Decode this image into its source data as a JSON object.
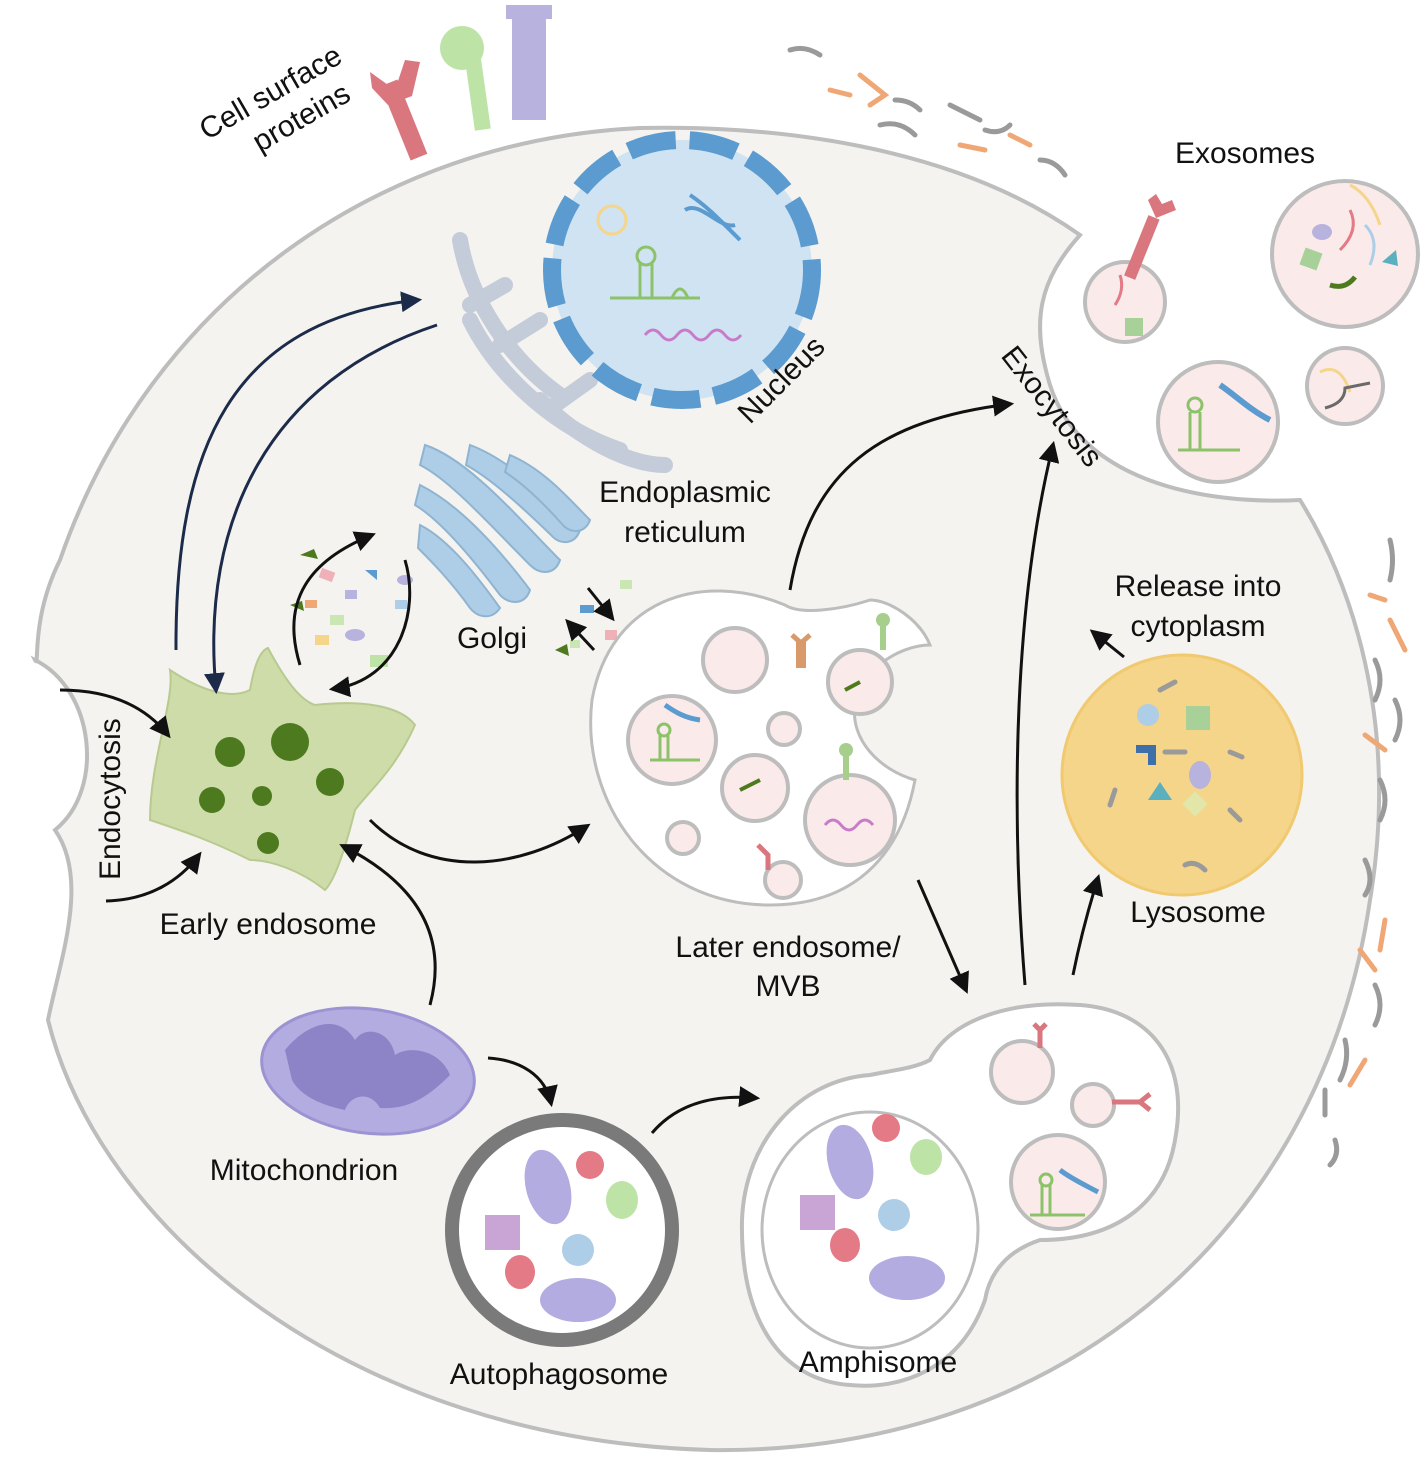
{
  "labels": {
    "cell_surface_line1": "Cell surface",
    "cell_surface_line2": "proteins",
    "nucleus": "Nucleus",
    "er_line1": "Endoplasmic",
    "er_line2": "reticulum",
    "golgi": "Golgi",
    "endocytosis": "Endocytosis",
    "early_endosome": "Early endosome",
    "later_endosome_line1": "Later endosome/",
    "later_endosome_line2": "MVB",
    "exocytosis": "Exocytosis",
    "exosomes": "Exosomes",
    "release_line1": "Release into",
    "release_line2": "cytoplasm",
    "lysosome": "Lysosome",
    "mitochondrion": "Mitochondrion",
    "autophagosome": "Autophagosome",
    "amphisome": "Amphisome"
  },
  "colors": {
    "cell_fill": "#f4f3ef",
    "cell_stroke": "#bdbdbd",
    "nucleus_fill": "#cfe3f2",
    "nucleus_envelope": "#5b9bd0",
    "er": "#c3ccd8",
    "golgi": "#aecde6",
    "early_endosome": "#cddca8",
    "endosome_dot": "#4d7a1f",
    "vesicle_fill": "#fbeaea",
    "lysosome_fill": "#f5d58a",
    "mitochondrion_fill": "#b3ace0",
    "mitochondrion_inner": "#8d84c7",
    "autophagosome_ring": "#8c8c8c",
    "arrow_navy": "#1d2b4a",
    "arrow_black": "#111111",
    "receptor_red": "#d9767e",
    "receptor_green": "#bde3a6",
    "receptor_purple": "#b8b2de",
    "fragment_orange": "#f0a776",
    "fragment_gray": "#9a9a9a"
  }
}
